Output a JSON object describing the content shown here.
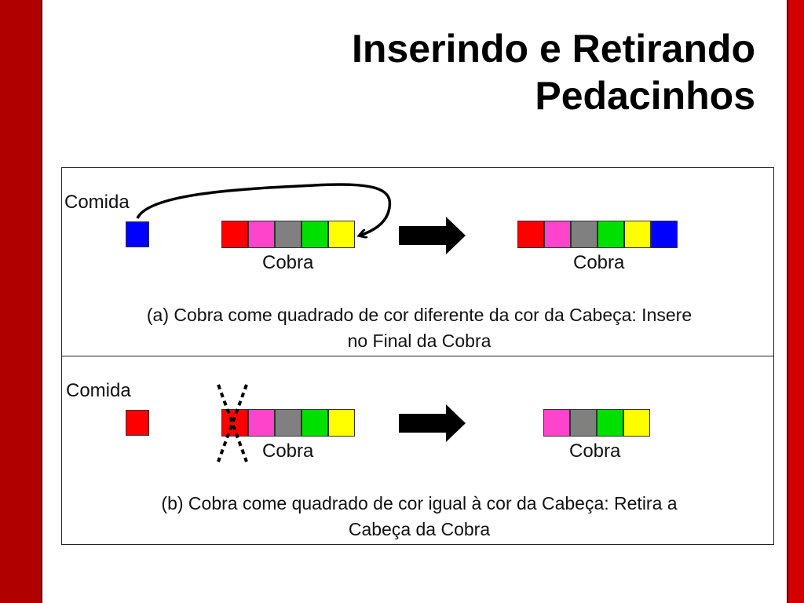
{
  "slide": {
    "title_line1": "Inserindo e Retirando",
    "title_line2": "Pedacinhos"
  },
  "panel_a": {
    "food_label": "Comida",
    "food_color": "#0000ff",
    "snake_label_before": "Cobra",
    "snake_label_after": "Cobra",
    "snake_before": [
      {
        "color": "#ff0000",
        "name": "red"
      },
      {
        "color": "#ff44cc",
        "name": "magenta"
      },
      {
        "color": "#808080",
        "name": "gray"
      },
      {
        "color": "#00e000",
        "name": "green"
      },
      {
        "color": "#ffff00",
        "name": "yellow"
      }
    ],
    "snake_after": [
      {
        "color": "#ff0000",
        "name": "red"
      },
      {
        "color": "#ff44cc",
        "name": "magenta"
      },
      {
        "color": "#808080",
        "name": "gray"
      },
      {
        "color": "#00e000",
        "name": "green"
      },
      {
        "color": "#ffff00",
        "name": "yellow"
      },
      {
        "color": "#0000ff",
        "name": "blue"
      }
    ],
    "caption_line1": "(a) Cobra come quadrado de cor diferente da cor da Cabeça: Insere",
    "caption_line2": "no Final da Cobra"
  },
  "panel_b": {
    "food_label": "Comida",
    "food_color": "#ff0000",
    "snake_label_before": "Cobra",
    "snake_label_after": "Cobra",
    "snake_before": [
      {
        "color": "#ff0000",
        "name": "red"
      },
      {
        "color": "#ff44cc",
        "name": "magenta"
      },
      {
        "color": "#808080",
        "name": "gray"
      },
      {
        "color": "#00e000",
        "name": "green"
      },
      {
        "color": "#ffff00",
        "name": "yellow"
      }
    ],
    "snake_after": [
      {
        "color": "#ff44cc",
        "name": "magenta"
      },
      {
        "color": "#808080",
        "name": "gray"
      },
      {
        "color": "#00e000",
        "name": "green"
      },
      {
        "color": "#ffff00",
        "name": "yellow"
      }
    ],
    "caption_line1": "(b) Cobra come quadrado de cor igual à cor da Cabeça: Retira a",
    "caption_line2": "Cabeça da Cobra"
  },
  "colors": {
    "side_bar": "#b00000",
    "arrow": "#000000"
  }
}
